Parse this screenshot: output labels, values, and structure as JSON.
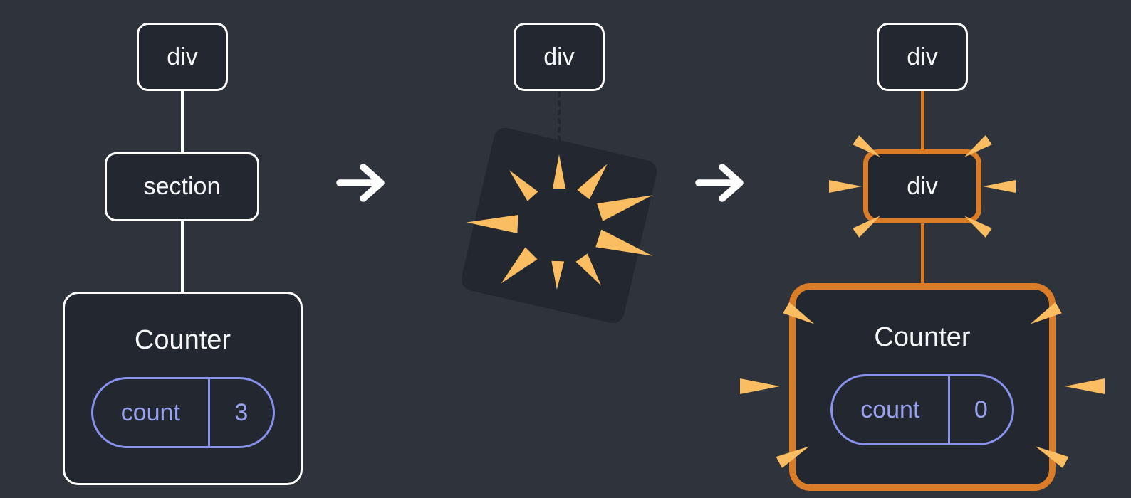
{
  "diagram": {
    "before": {
      "root_label": "div",
      "parent_label": "section",
      "component_label": "Counter",
      "state": {
        "label": "count",
        "value": "3"
      }
    },
    "transition": {
      "root_label": "div"
    },
    "after": {
      "root_label": "div",
      "parent_label": "div",
      "component_label": "Counter",
      "state": {
        "label": "count",
        "value": "0"
      }
    }
  },
  "colors": {
    "background": "#2f333b",
    "node_fill": "#23272f",
    "node_border": "#ffffff",
    "text": "#f6f7f9",
    "state_purple": "#8891ec",
    "highlight_orange": "#db7d27",
    "spark_orange": "#fabd62"
  }
}
